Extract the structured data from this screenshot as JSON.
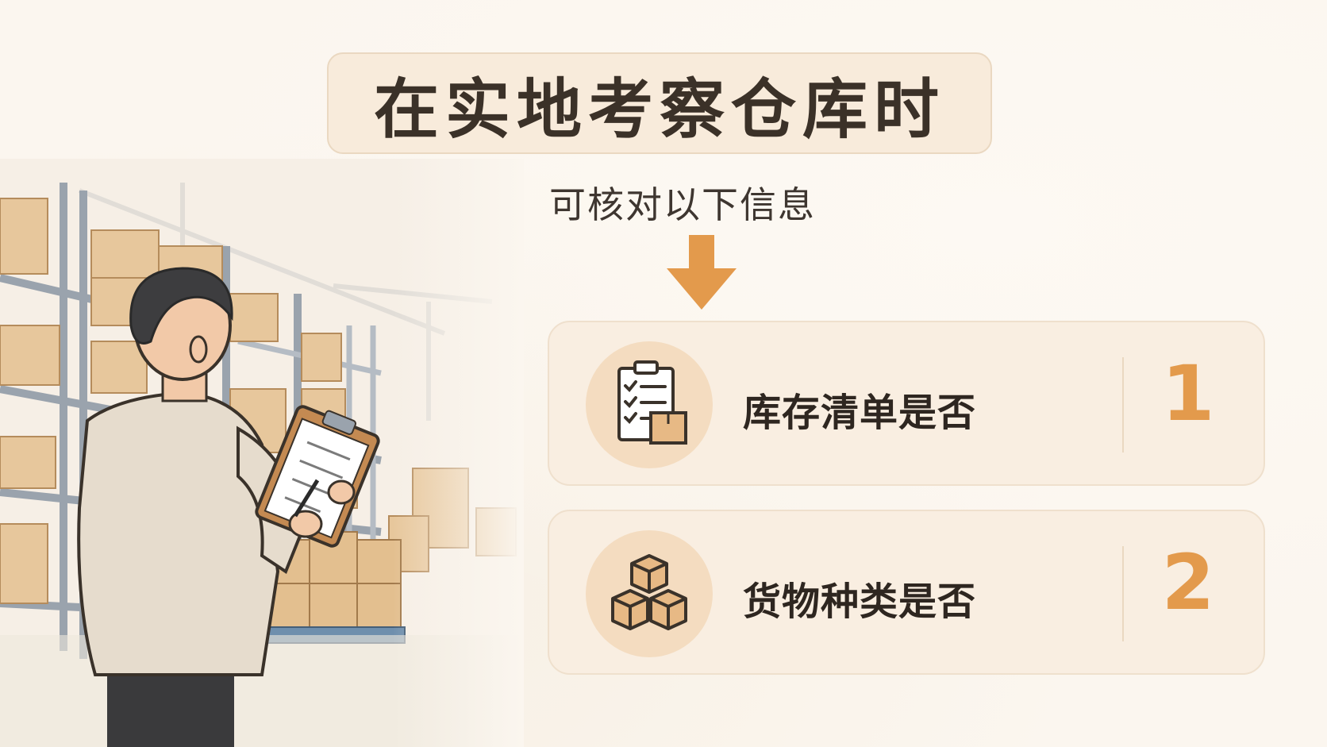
{
  "title": "在实地考察仓库时",
  "subtitle": "可核对以下信息",
  "items": [
    {
      "label": "库存清单是否",
      "number": "1",
      "icon": "inventory-clipboard-icon"
    },
    {
      "label": "货物种类是否",
      "number": "2",
      "icon": "stacked-boxes-icon"
    }
  ],
  "colors": {
    "background": "#fbf6ef",
    "accent": "#e39a4c",
    "card": "#f9eee1",
    "title_box": "#f8ebdb",
    "text": "#3b3128"
  }
}
